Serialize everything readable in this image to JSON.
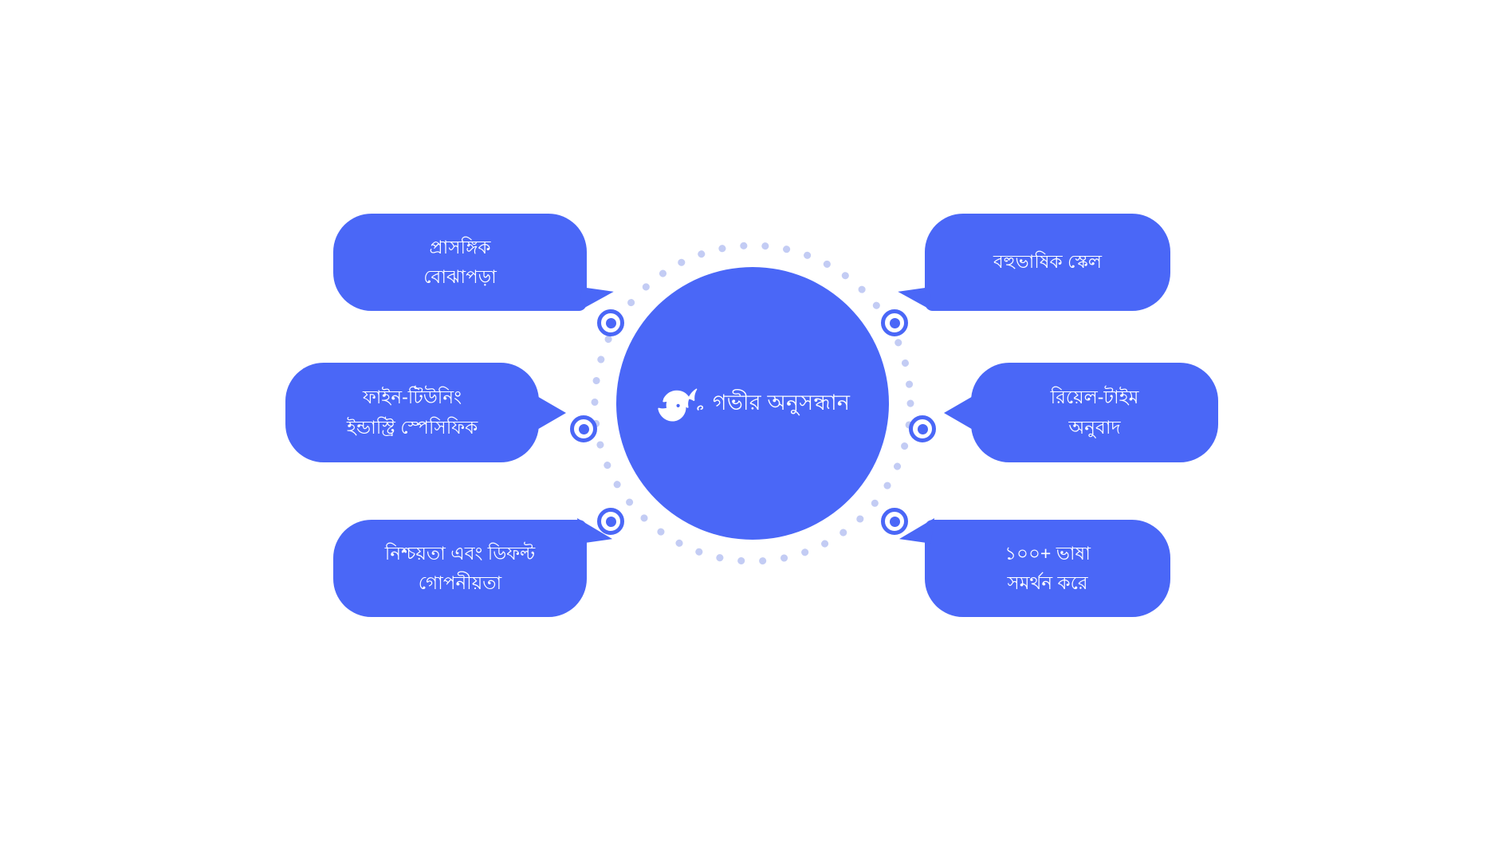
{
  "theme": {
    "background": "#ffffff",
    "accent": "#4a67f7",
    "orbit_dot_color": "#c3ccf4",
    "text_on_accent": "#ffffff"
  },
  "center": {
    "title": "গভীর অনুসন্ধান",
    "logo_icon": "whale-logo-icon"
  },
  "orbit": {
    "icon": "dotted-orbit-ring",
    "dot_count": 44
  },
  "nodes": [
    {
      "id": "node-top-left",
      "icon": "connector-node-icon"
    },
    {
      "id": "node-middle-left",
      "icon": "connector-node-icon"
    },
    {
      "id": "node-bottom-left",
      "icon": "connector-node-icon"
    },
    {
      "id": "node-top-right",
      "icon": "connector-node-icon"
    },
    {
      "id": "node-middle-right",
      "icon": "connector-node-icon"
    },
    {
      "id": "node-bottom-right",
      "icon": "connector-node-icon"
    }
  ],
  "bubbles": {
    "top_left": {
      "line1": "প্রাসঙ্গিক",
      "line2": "বোঝাপড়া"
    },
    "middle_left": {
      "line1": "ফাইন-টিউনিং",
      "line2": "ইন্ডাস্ট্রি স্পেসিফিক"
    },
    "bottom_left": {
      "line1": "নিশ্চয়তা এবং ডিফল্ট",
      "line2": "গোপনীয়তা"
    },
    "top_right": {
      "line1": "বহুভাষিক স্কেল",
      "line2": ""
    },
    "middle_right": {
      "line1": "রিয়েল-টাইম",
      "line2": "অনুবাদ"
    },
    "bottom_right": {
      "line1": "১০০+ ভাষা",
      "line2": "সমর্থন করে"
    }
  }
}
